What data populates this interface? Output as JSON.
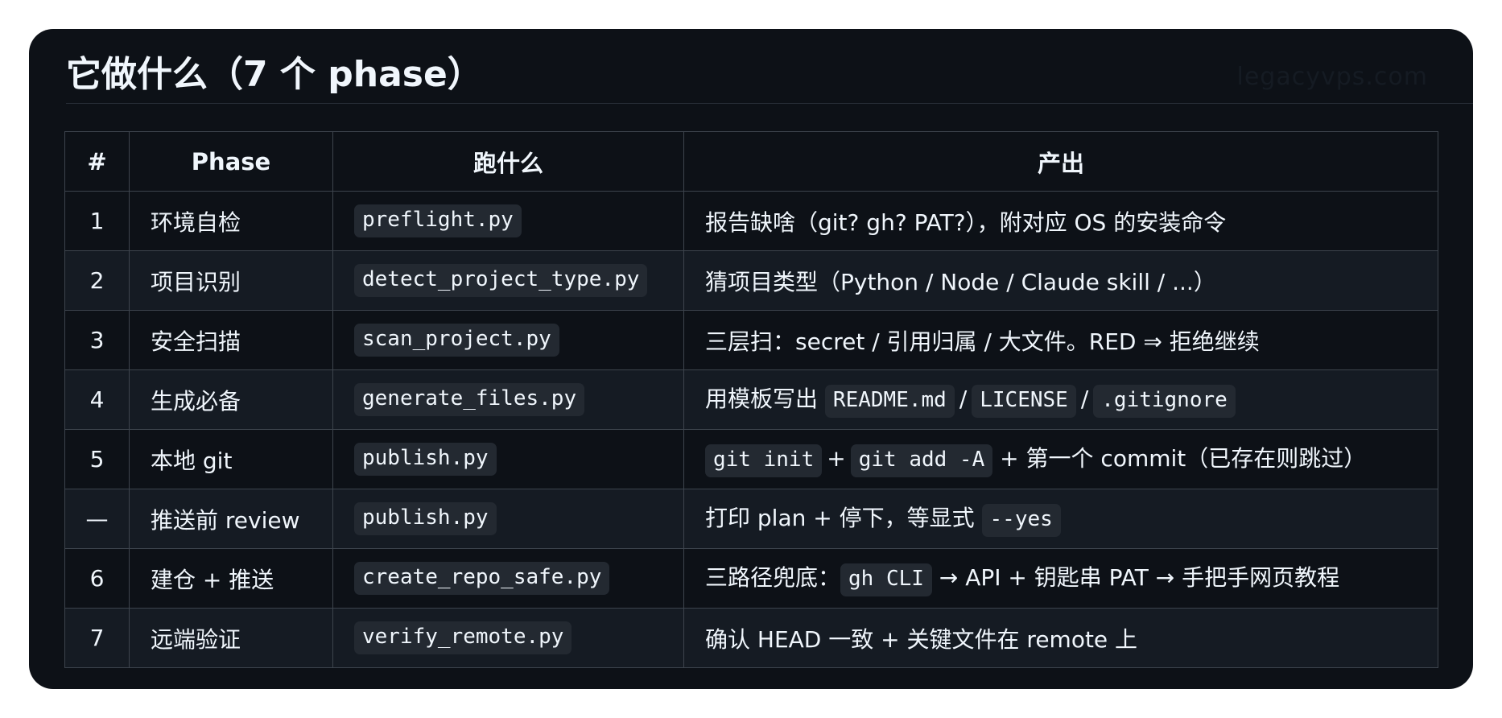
{
  "title": "它做什么（7 个 phase）",
  "watermark": "legacyvps.com",
  "table": {
    "headers": [
      "#",
      "Phase",
      "跑什么",
      "产出"
    ],
    "rows": [
      {
        "num": "1",
        "phase": "环境自检",
        "script": "preflight.py",
        "output": "报告缺啥（git? gh? PAT?），附对应 OS 的安装命令"
      },
      {
        "num": "2",
        "phase": "项目识别",
        "script": "detect_project_type.py",
        "output": "猜项目类型（Python / Node / Claude skill / ...）"
      },
      {
        "num": "3",
        "phase": "安全扫描",
        "script": "scan_project.py",
        "output": "三层扫：secret / 引用归属 / 大文件。RED ⇒ 拒绝继续"
      },
      {
        "num": "4",
        "phase": "生成必备",
        "script": "generate_files.py",
        "output_prefix": "用模板写出",
        "output_code_1": "README.md",
        "output_sep_1": "/",
        "output_code_2": "LICENSE",
        "output_sep_2": "/",
        "output_code_3": ".gitignore"
      },
      {
        "num": "5",
        "phase": "本地 git",
        "script": "publish.py",
        "output_code_1": "git init",
        "output_sep_1": "+",
        "output_code_2": "git add -A",
        "output_suffix": "+ 第一个 commit（已存在则跳过）"
      },
      {
        "num": "—",
        "phase": "推送前 review",
        "script": "publish.py",
        "output_prefix": "打印 plan + 停下，等显式",
        "output_code_1": "--yes"
      },
      {
        "num": "6",
        "phase": "建仓 + 推送",
        "script": "create_repo_safe.py",
        "output_prefix": "三路径兜底：",
        "output_code_1": "gh CLI",
        "output_suffix": "→ API + 钥匙串 PAT → 手把手网页教程"
      },
      {
        "num": "7",
        "phase": "远端验证",
        "script": "verify_remote.py",
        "output": "确认 HEAD 一致 + 关键文件在 remote 上"
      }
    ]
  }
}
